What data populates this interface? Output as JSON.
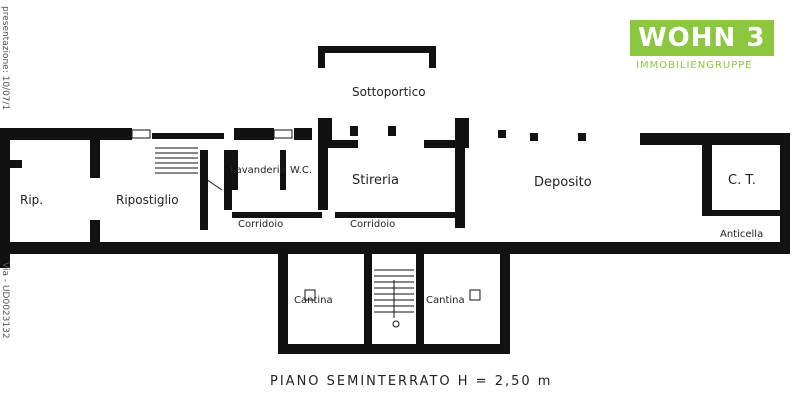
{
  "plan": {
    "rooms": {
      "sottoportico": "Sottoportico",
      "rip": "Rip.",
      "ripostiglio": "Ripostiglio",
      "lavanderia": "Lavanderia",
      "wc": "W.C.",
      "stireria": "Stireria",
      "deposito": "Deposito",
      "ct": "C. T.",
      "corridoio_1": "Corridoio",
      "corridoio_2": "Corridoio",
      "anticella": "Anticella",
      "cantina_1": "Cantina",
      "cantina_2": "Cantina"
    },
    "caption": "PIANO   SEMINTERRATO      H = 2,50 m",
    "margin_note_top": "presentazione: 10/07/1",
    "margin_note_bottom": "Via - UD0023132"
  },
  "logo": {
    "name": "WOHN 3",
    "tagline": "IMMOBILIENGRUPPE",
    "color": "#8dc63f"
  }
}
